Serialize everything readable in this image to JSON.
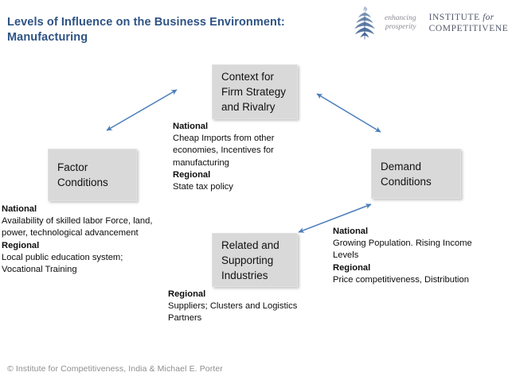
{
  "slide": {
    "title": "Levels of Influence on the Business Environment: Manufacturing",
    "title_color": "#2e5385",
    "background": "#ffffff"
  },
  "logo": {
    "mark_name": "fern-leaf-mark",
    "tagline_line1": "enhancing",
    "tagline_line2": "prosperity",
    "institute_line1": "INSTITUTE",
    "institute_for": "for",
    "institute_line2": "COMPETITIVENESS",
    "mark_color": "#7b94b5",
    "text_color": "#53596b"
  },
  "diagram": {
    "node_fill": "#d9d9d9",
    "arrow_color": "#4a7ebb",
    "nodes": [
      {
        "id": "context",
        "label": "Context for Firm Strategy and Rivalry"
      },
      {
        "id": "factor",
        "label": "Factor Conditions"
      },
      {
        "id": "demand",
        "label": "Demand Conditions"
      },
      {
        "id": "related",
        "label": "Related and Supporting Industries"
      }
    ],
    "notes": [
      {
        "id": "context",
        "national_heading": "National",
        "national_text": "Cheap Imports from other economies, Incentives for manufacturing",
        "regional_heading": "Regional",
        "regional_text": "State tax policy"
      },
      {
        "id": "factor",
        "national_heading": "National",
        "national_text": "Availability of skilled labor Force, land, power, technological advancement",
        "regional_heading": "Regional",
        "regional_text": "Local public education system; Vocational Training"
      },
      {
        "id": "demand",
        "national_heading": "National",
        "national_text": "Growing Population. Rising Income Levels",
        "regional_heading": "Regional",
        "regional_text": "Price competitiveness, Distribution"
      },
      {
        "id": "related",
        "national_heading": "",
        "national_text": "",
        "regional_heading": "Regional",
        "regional_text": "Suppliers; Clusters and Logistics Partners"
      }
    ],
    "arrows": [
      {
        "id": "factor-context",
        "name": "arrow-factor-to-context",
        "double_headed": true
      },
      {
        "id": "context-demand",
        "name": "arrow-context-to-demand",
        "double_headed": true
      },
      {
        "id": "related-demand",
        "name": "arrow-related-to-demand",
        "double_headed": true
      }
    ]
  },
  "footer": {
    "text": "© Institute for Competitiveness, India & Michael E. Porter"
  }
}
